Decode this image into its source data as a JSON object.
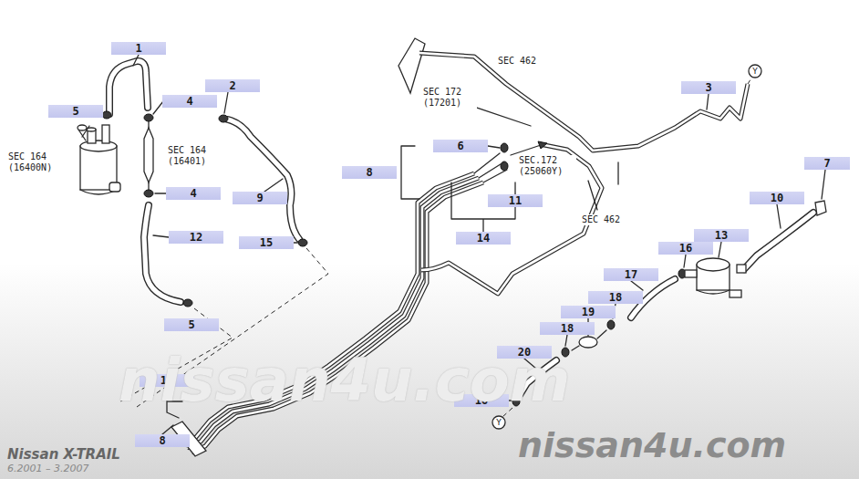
{
  "diagram": {
    "nodes": [
      {
        "text": [
          "1"
        ]
      },
      {
        "text": [
          "2"
        ]
      },
      {
        "text": [
          "3"
        ]
      },
      {
        "text": [
          "4"
        ]
      },
      {
        "text": [
          "5"
        ]
      },
      {
        "text": [
          "6"
        ]
      },
      {
        "text": [
          "7"
        ]
      },
      {
        "text": [
          "8"
        ]
      },
      {
        "text": [
          "4"
        ]
      },
      {
        "text": [
          "9"
        ]
      },
      {
        "text": [
          "10"
        ]
      },
      {
        "text": [
          "11"
        ]
      },
      {
        "text": [
          "13"
        ]
      },
      {
        "text": [
          "12"
        ]
      },
      {
        "text": [
          "14"
        ]
      },
      {
        "text": [
          "15"
        ]
      },
      {
        "text": [
          "16"
        ]
      },
      {
        "text": [
          "17"
        ]
      },
      {
        "text": [
          "18"
        ]
      },
      {
        "text": [
          "19"
        ]
      },
      {
        "text": [
          "5"
        ]
      },
      {
        "text": [
          "18"
        ]
      },
      {
        "text": [
          "20"
        ]
      },
      {
        "text": [
          "14"
        ]
      },
      {
        "text": [
          "18"
        ]
      },
      {
        "text": [
          "8"
        ]
      }
    ],
    "labels": [
      "SEC 462",
      "SEC 172 (17201)",
      "SEC.172 (25060Y)",
      "SEC 164 (16400N)",
      "SEC 164 (16401)",
      "SEC 462",
      "Y",
      "Y",
      "nissan4u.com",
      "Nissan X-TRAIL",
      "6.2001 – 3.2007",
      "nissan4u.com"
    ]
  }
}
